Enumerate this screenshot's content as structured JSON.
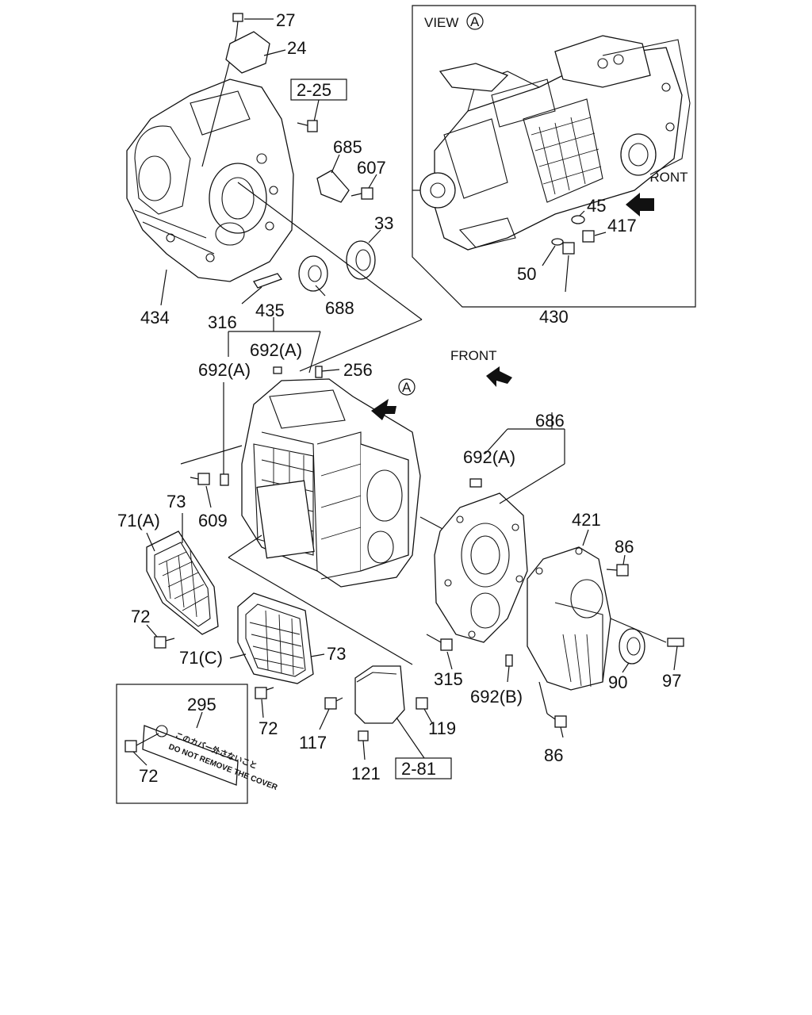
{
  "view_box": {
    "title": "VIEW",
    "circle_letter": "A",
    "front_label": "FRONT"
  },
  "main_front_label": "FRONT",
  "main_view_marker": "A",
  "ref_boxes": [
    "2-25",
    "2-81"
  ],
  "labels": {
    "p27": "27",
    "p24": "24",
    "p685": "685",
    "p607": "607",
    "p33": "33",
    "p434": "434",
    "p316": "316",
    "p688": "688",
    "p435": "435",
    "p692a_top": "692(A)",
    "p692a_left": "692(A)",
    "p256": "256",
    "p609": "609",
    "p73_left": "73",
    "p71a": "71(A)",
    "p72_a": "72",
    "p71c": "71(C)",
    "p73_mid": "73",
    "p72_b": "72",
    "p117": "117",
    "p119": "119",
    "p121": "121",
    "p315": "315",
    "p686": "686",
    "p692a_right": "692(A)",
    "p421": "421",
    "p86_top": "86",
    "p692b": "692(B)",
    "p90": "90",
    "p97": "97",
    "p86_bot": "86",
    "p295": "295",
    "p72_c": "72",
    "p45": "45",
    "p417": "417",
    "p50": "50",
    "p430": "430"
  },
  "caution_plate": {
    "line1": "このカバー外さないこと",
    "line2": "DO NOT REMOVE THE COVER"
  }
}
